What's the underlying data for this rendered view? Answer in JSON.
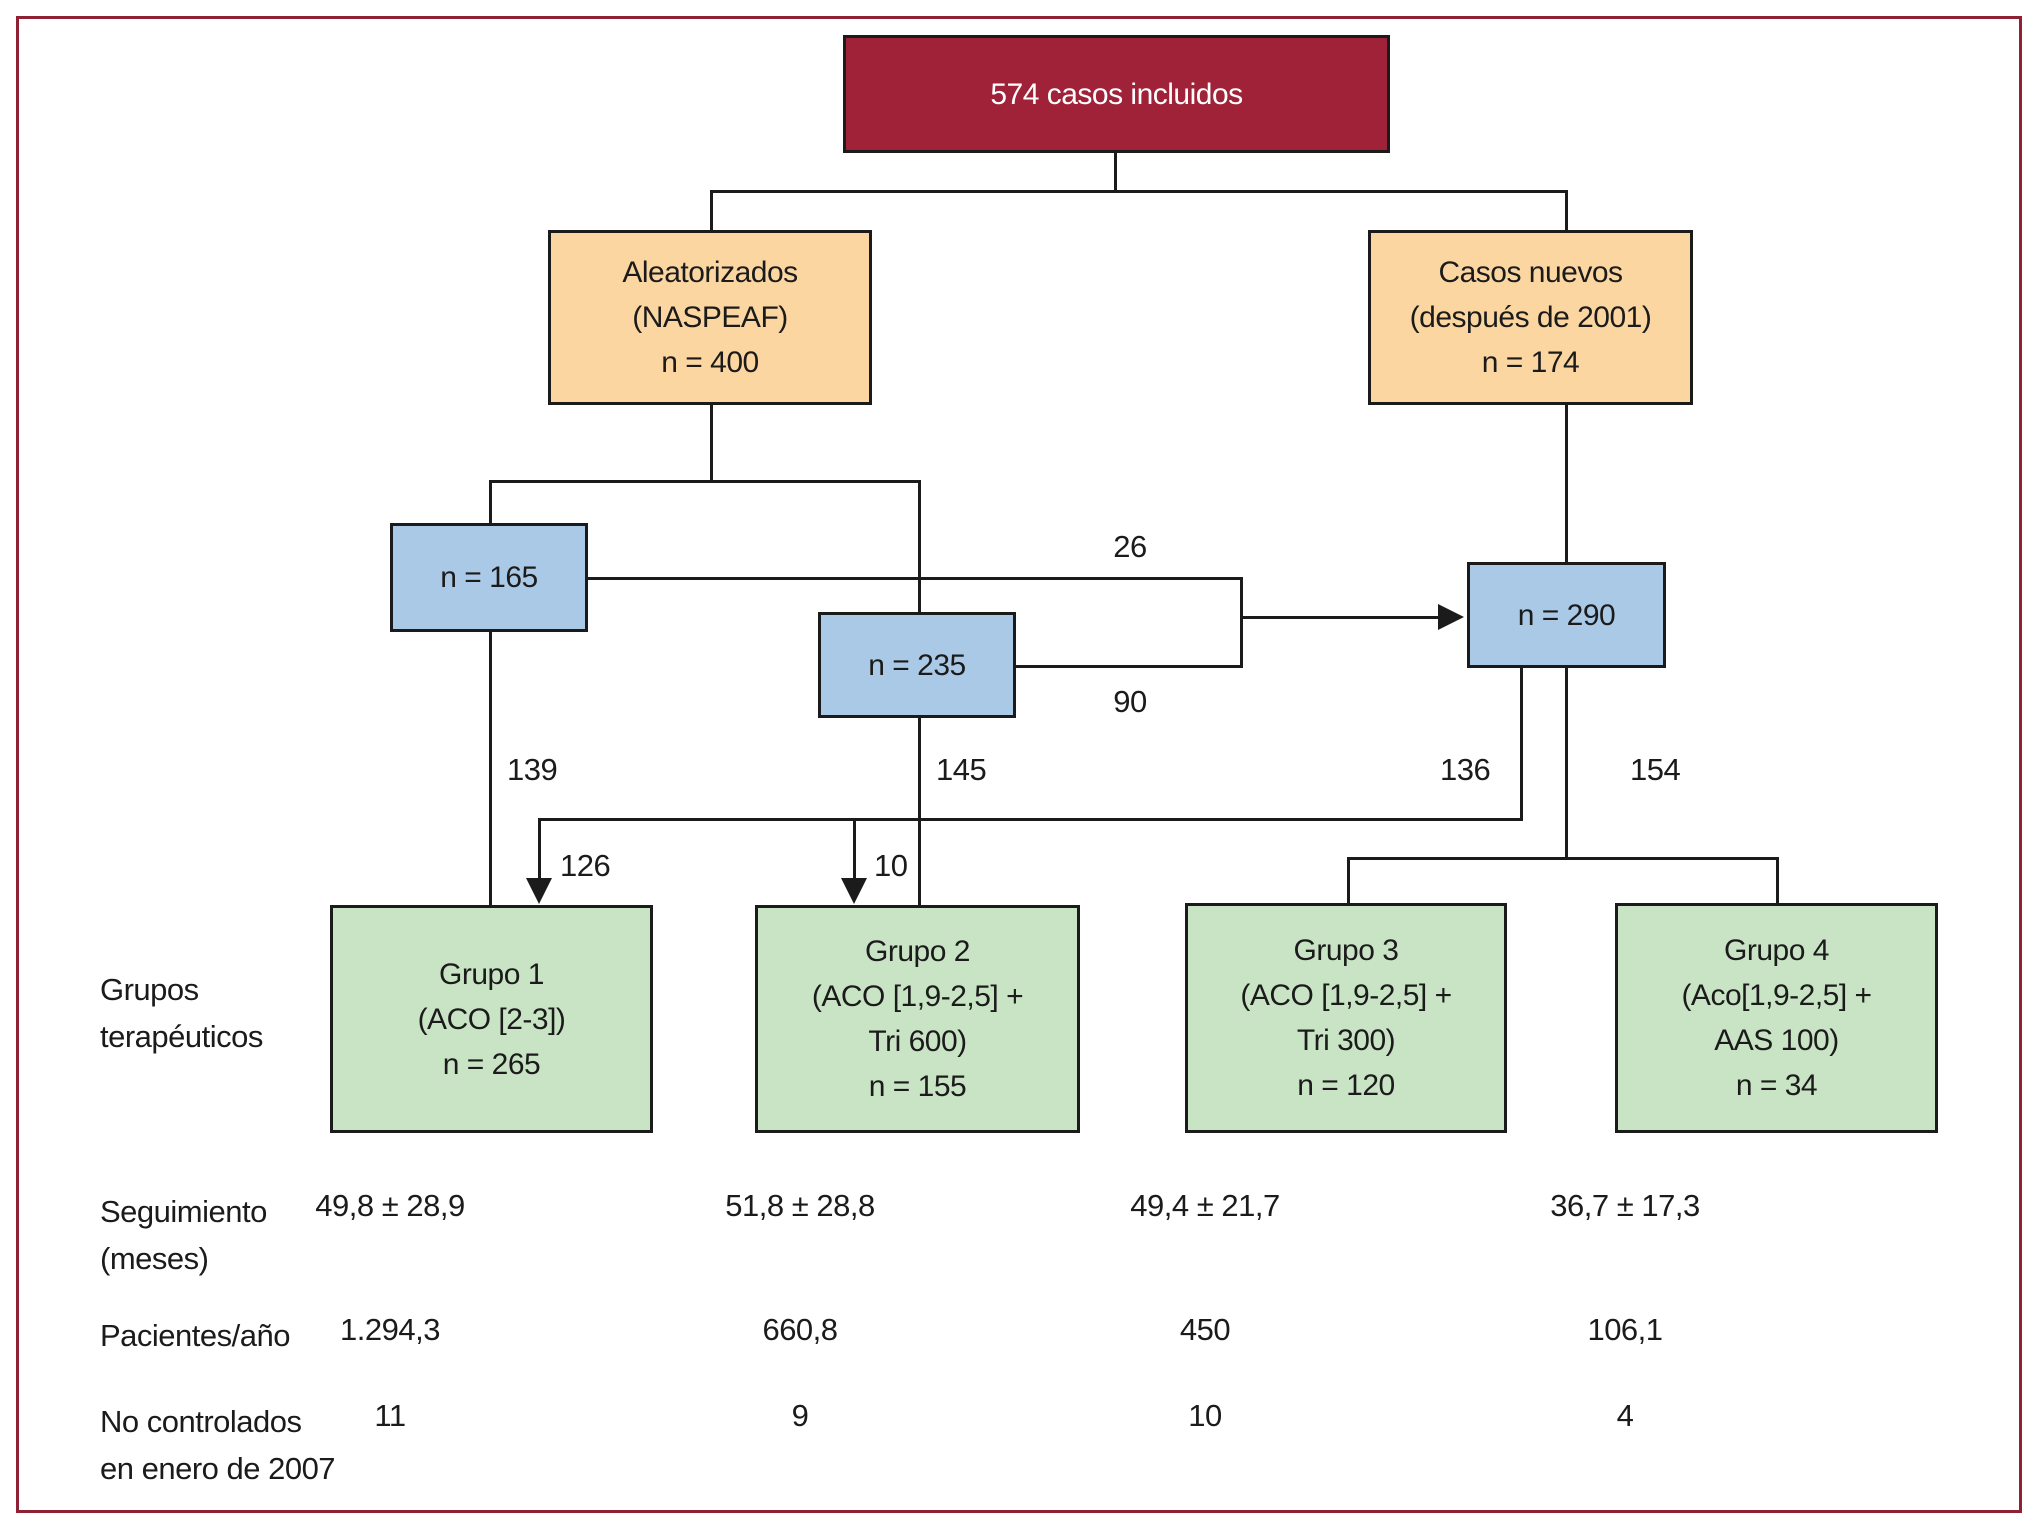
{
  "colors": {
    "frame_border": "#8e2134",
    "root_box_bg": "#a02239",
    "root_box_text": "#ffffff",
    "orange_box_bg": "#fbd6a1",
    "blue_box_bg": "#aac9e7",
    "green_box_bg": "#c9e4c5",
    "line_and_text": "#1b1b1b",
    "background": "#ffffff"
  },
  "nodes": {
    "root": {
      "label": "574 casos incluidos"
    },
    "aleatorizados": {
      "lines": [
        "Aleatorizados",
        "(NASPEAF)",
        "n = 400"
      ]
    },
    "casos_nuevos": {
      "lines": [
        "Casos nuevos",
        "(después de 2001)",
        "n = 174"
      ]
    },
    "n165": {
      "label": "n = 165"
    },
    "n235": {
      "label": "n = 235"
    },
    "n290": {
      "label": "n = 290"
    },
    "grupo1": {
      "lines": [
        "Grupo 1",
        "(ACO [2-3])",
        "n = 265"
      ]
    },
    "grupo2": {
      "lines": [
        "Grupo 2",
        "(ACO [1,9-2,5] +",
        "Tri 600)",
        "n = 155"
      ]
    },
    "grupo3": {
      "lines": [
        "Grupo 3",
        "(ACO [1,9-2,5] +",
        "Tri 300)",
        "n = 120"
      ]
    },
    "grupo4": {
      "lines": [
        "Grupo 4",
        "(Aco[1,9-2,5] +",
        "AAS 100)",
        "n = 34"
      ]
    }
  },
  "edge_labels": {
    "from_n165_to_n290": "26",
    "from_n235_to_n290": "90",
    "n165_to_grupo1": "139",
    "n235_to_grupo2": "145",
    "n290_left_branch": "136",
    "n290_right_branch": "154",
    "into_grupo1": "126",
    "into_grupo2": "10"
  },
  "row_labels": {
    "grupos_terapeuticos": [
      "Grupos",
      "terapéuticos"
    ],
    "seguimiento": [
      "Seguimiento",
      "(meses)"
    ],
    "pacientes_ano": [
      "Pacientes/año"
    ],
    "no_controlados": [
      "No controlados",
      "en enero de 2007"
    ]
  },
  "stats": {
    "seguimiento_meses": [
      "49,8 ± 28,9",
      "51,8 ± 28,8",
      "49,4 ± 21,7",
      "36,7 ± 17,3"
    ],
    "pacientes_ano": [
      "1.294,3",
      "660,8",
      "450",
      "106,1"
    ],
    "no_controlados_enero_2007": [
      "11",
      "9",
      "10",
      "4"
    ]
  }
}
